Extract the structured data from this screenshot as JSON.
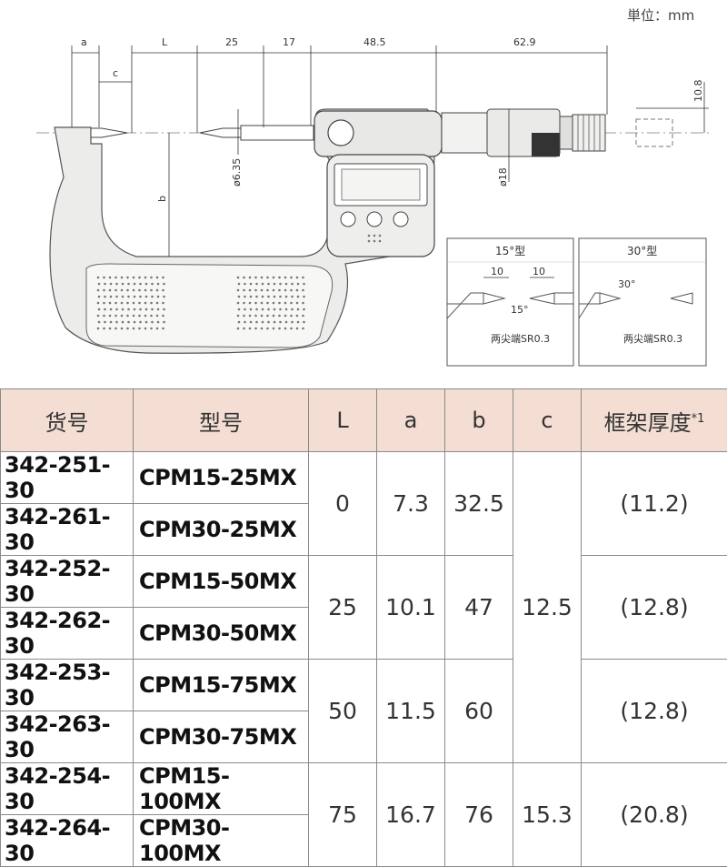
{
  "unit_label": "単位：mm",
  "dimensions": {
    "a": "a",
    "c": "c",
    "L": "L",
    "d25": "25",
    "d17": "17",
    "d48_5": "48.5",
    "d62_9": "62.9",
    "d10_8": "10.8",
    "b": "b",
    "dia635": "ø6.35",
    "dia18": "ø18"
  },
  "inset_15": {
    "title": "15°型",
    "d1": "10",
    "d2": "10",
    "angle": "15°",
    "tip": "两尖端SR0.3"
  },
  "inset_30": {
    "title": "30°型",
    "angle": "30°",
    "tip": "两尖端SR0.3"
  },
  "table": {
    "headers": [
      "货号",
      "型号",
      "L",
      "a",
      "b",
      "c",
      "框架厚度"
    ],
    "footnote_mark": "*1",
    "rows": [
      {
        "code": "342-251-30",
        "model": "CPM15-25MX"
      },
      {
        "code": "342-261-30",
        "model": "CPM30-25MX"
      },
      {
        "code": "342-252-30",
        "model": "CPM15-50MX"
      },
      {
        "code": "342-262-30",
        "model": "CPM30-50MX"
      },
      {
        "code": "342-253-30",
        "model": "CPM15-75MX"
      },
      {
        "code": "342-263-30",
        "model": "CPM30-75MX"
      },
      {
        "code": "342-254-30",
        "model": "CPM15-100MX"
      },
      {
        "code": "342-264-30",
        "model": "CPM30-100MX"
      }
    ],
    "groups": [
      {
        "L": "0",
        "a": "7.3",
        "b": "32.5",
        "thickness": "(11.2)"
      },
      {
        "L": "25",
        "a": "10.1",
        "b": "47",
        "thickness": "(12.8)"
      },
      {
        "L": "50",
        "a": "11.5",
        "b": "60",
        "thickness": "(12.8)"
      },
      {
        "L": "75",
        "a": "16.7",
        "b": "76",
        "thickness": "(20.8)"
      }
    ],
    "c_groups": [
      "12.5",
      "15.3"
    ]
  }
}
